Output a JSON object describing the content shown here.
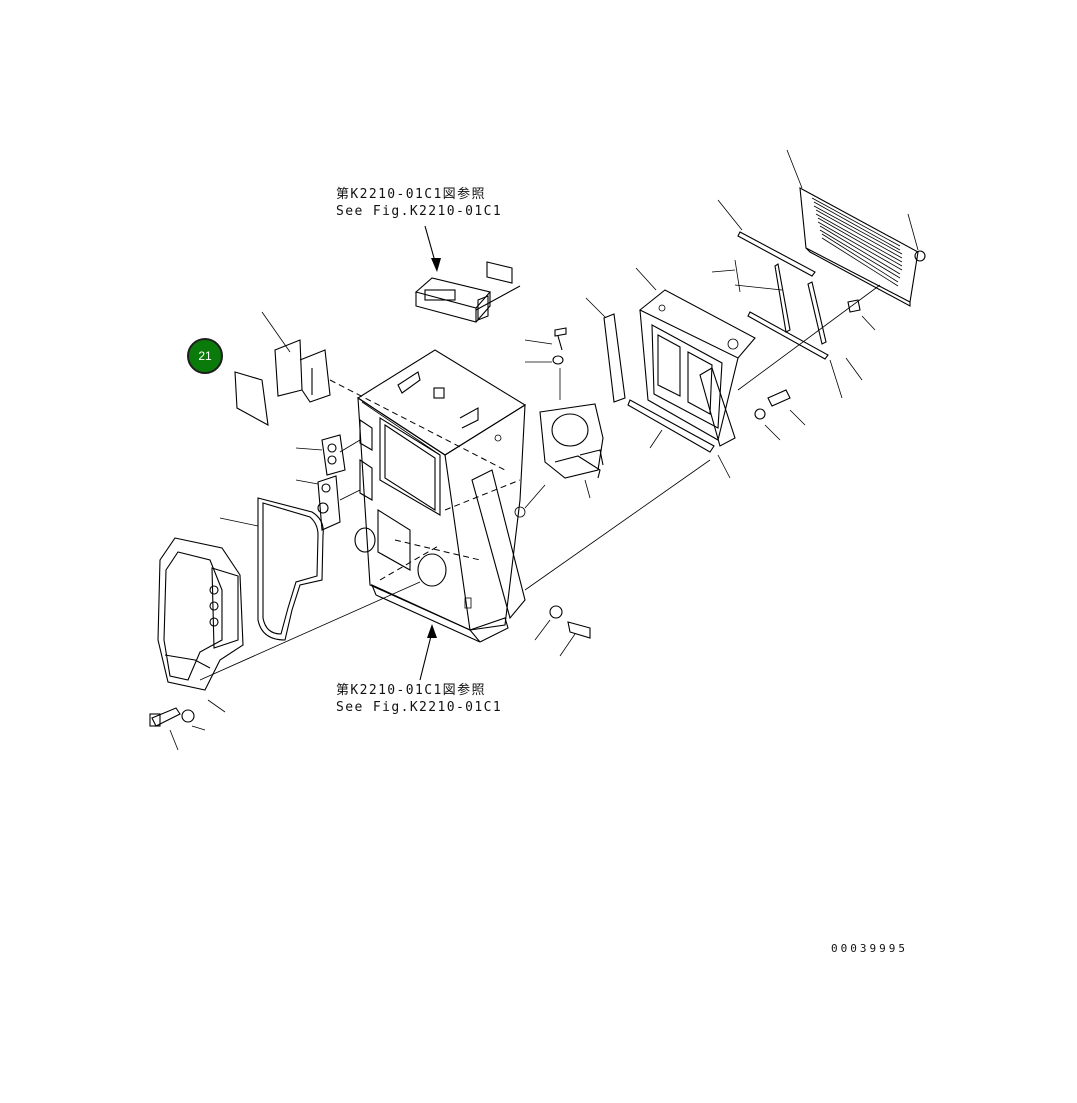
{
  "references": {
    "top": {
      "line1": "第K2210-01C1図参照",
      "line2": "See Fig.K2210-01C1"
    },
    "bottom": {
      "line1": "第K2210-01C1図参照",
      "line2": "See Fig.K2210-01C1"
    }
  },
  "callouts": [
    {
      "label": "21",
      "color": "#0a7a0a"
    }
  ],
  "drawing_code": "00039995"
}
